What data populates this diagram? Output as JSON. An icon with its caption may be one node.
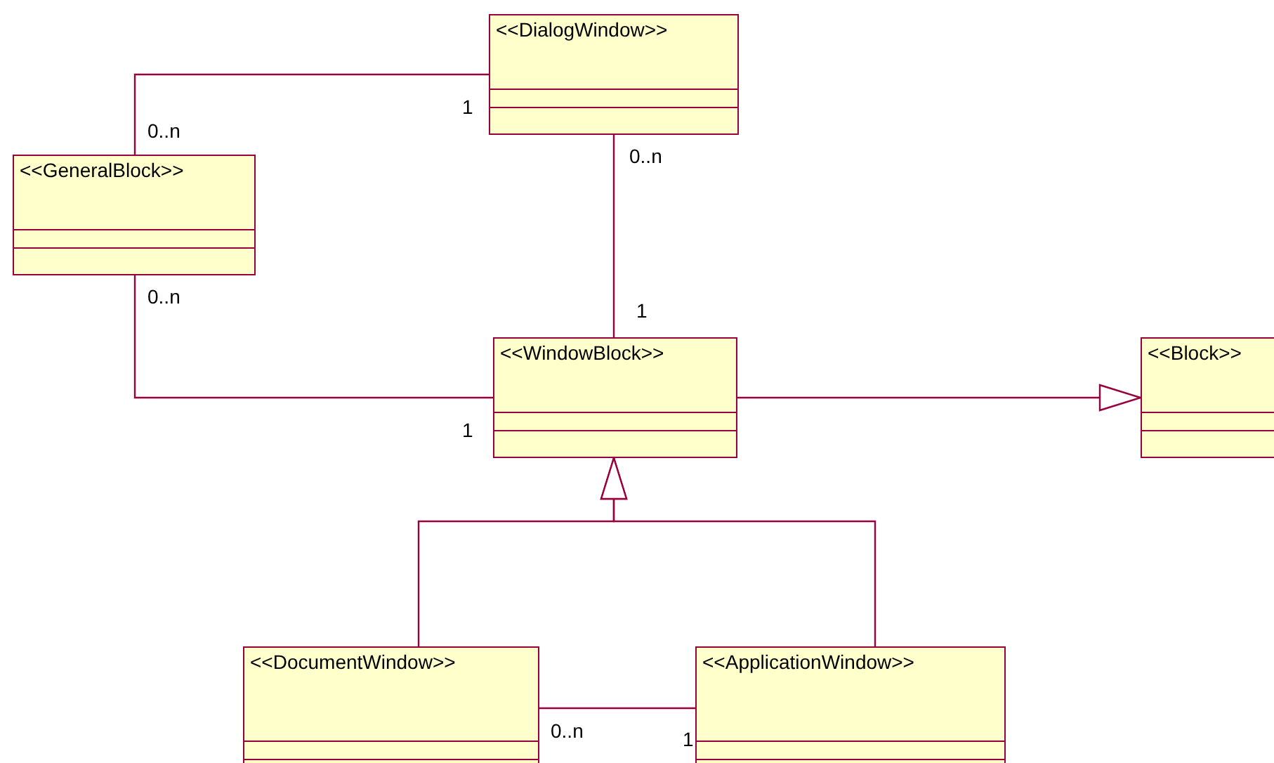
{
  "diagram": {
    "nodes": [
      {
        "text": [
          "<<DialogWindow>>"
        ]
      },
      {
        "text": [
          "<<GeneralBlock>>"
        ]
      },
      {
        "text": [
          "<<WindowBlock>>"
        ]
      },
      {
        "text": [
          "<<Block>>"
        ]
      },
      {
        "text": [
          "<<DocumentWindow>>"
        ]
      },
      {
        "text": [
          "<<ApplicationWindow>>"
        ]
      }
    ],
    "edges": [
      {
        "from": 1,
        "to": 0,
        "arrow": "none"
      },
      {
        "from": 0,
        "to": 2,
        "arrow": "none"
      },
      {
        "from": 1,
        "to": 2,
        "arrow": "none"
      },
      {
        "from": 2,
        "to": 3,
        "arrow": "to"
      },
      {
        "from": 4,
        "to": 2,
        "arrow": "to"
      },
      {
        "from": 5,
        "to": 2,
        "arrow": "to"
      },
      {
        "from": 4,
        "to": 5,
        "arrow": "none"
      }
    ],
    "labels": [
      "1",
      "0..n",
      "0..n",
      "0..n",
      "1",
      "1",
      "0..n",
      "1"
    ]
  }
}
